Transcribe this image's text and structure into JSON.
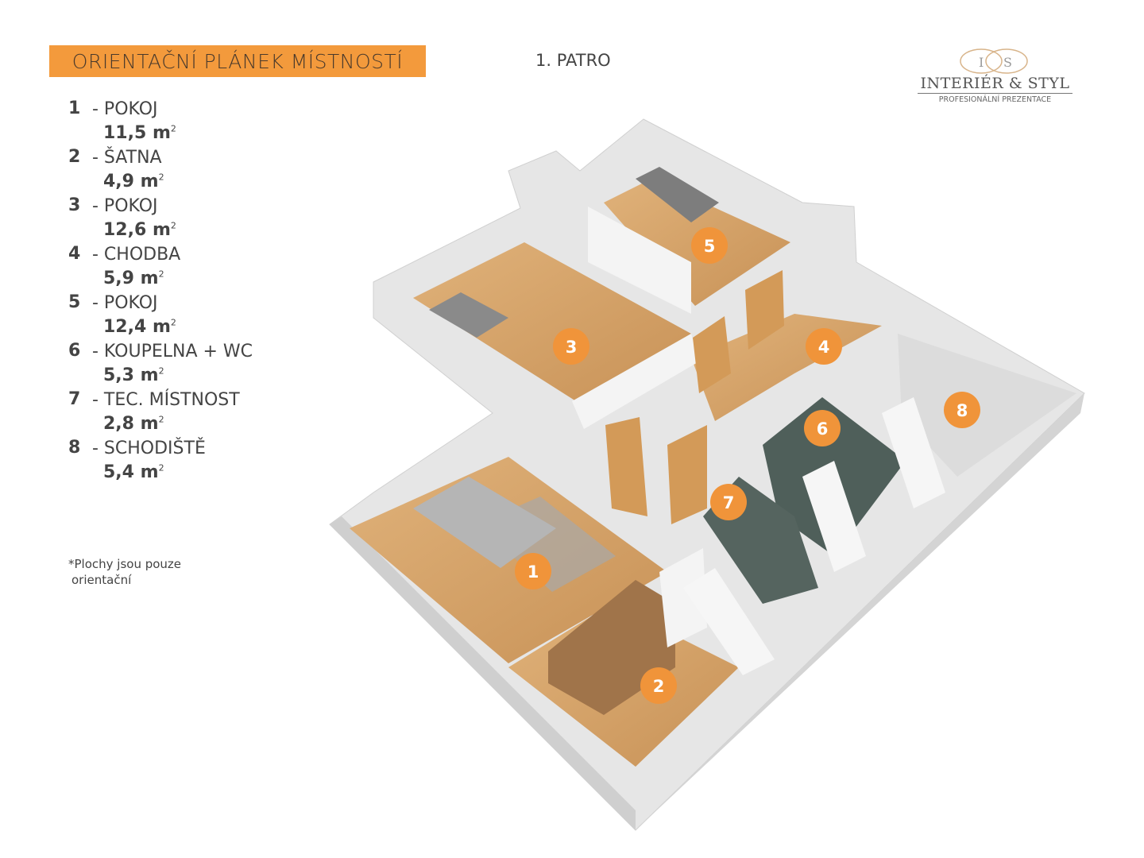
{
  "header": {
    "title": "ORIENTAČNÍ PLÁNEK MÍSTNOSTÍ",
    "floor": "1. PATRO"
  },
  "logo": {
    "monogram": "I&S",
    "name": "INTERIÉR & STYL",
    "tagline": "PROFESIONÁLNÍ PREZENTACE"
  },
  "rooms": [
    {
      "num": "1",
      "name": "- POKOJ",
      "area": "11,5 m",
      "unit_sup": "2"
    },
    {
      "num": "2",
      "name": "- ŠATNA",
      "area": "4,9 m",
      "unit_sup": "2"
    },
    {
      "num": "3",
      "name": "- POKOJ",
      "area": "12,6 m",
      "unit_sup": "2"
    },
    {
      "num": "4",
      "name": "- CHODBA",
      "area": "5,9 m",
      "unit_sup": "2"
    },
    {
      "num": "5",
      "name": "- POKOJ",
      "area": "12,4 m",
      "unit_sup": "2"
    },
    {
      "num": "6",
      "name": "- KOUPELNA + WC",
      "area": "5,3 m",
      "unit_sup": "2"
    },
    {
      "num": "7",
      "name": "- TEC. MÍSTNOST",
      "area": "2,8 m",
      "unit_sup": "2"
    },
    {
      "num": "8",
      "name": "- SCHODIŠTĚ",
      "area": "5,4 m",
      "unit_sup": "2"
    }
  ],
  "note": {
    "line1": "*Plochy jsou pouze",
    "line2": "orientační"
  },
  "colors": {
    "accent": "#f39a3c",
    "marker": "#f0943a",
    "wood": "#d9a56a",
    "wall": "#f2f2f2",
    "tile": "#4f5f5a"
  }
}
